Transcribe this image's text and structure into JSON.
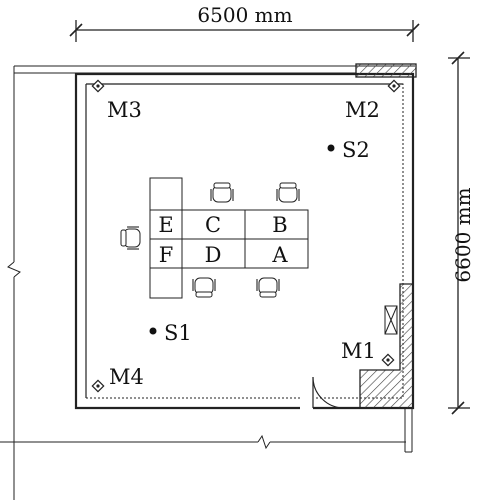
{
  "dimensions": {
    "width_label": "6500 mm",
    "height_label": "6600 mm"
  },
  "microphones": [
    {
      "id": "m1",
      "label": "M1"
    },
    {
      "id": "m2",
      "label": "M2"
    },
    {
      "id": "m3",
      "label": "M3"
    },
    {
      "id": "m4",
      "label": "M4"
    }
  ],
  "sources": [
    {
      "id": "s1",
      "label": "S1"
    },
    {
      "id": "s2",
      "label": "S2"
    }
  ],
  "table_cells": [
    {
      "id": "a",
      "label": "A"
    },
    {
      "id": "b",
      "label": "B"
    },
    {
      "id": "c",
      "label": "C"
    },
    {
      "id": "d",
      "label": "D"
    },
    {
      "id": "e",
      "label": "E"
    },
    {
      "id": "f",
      "label": "F"
    }
  ],
  "colors": {
    "ink": "#222222",
    "hatch": "#444444",
    "background": "#ffffff"
  }
}
